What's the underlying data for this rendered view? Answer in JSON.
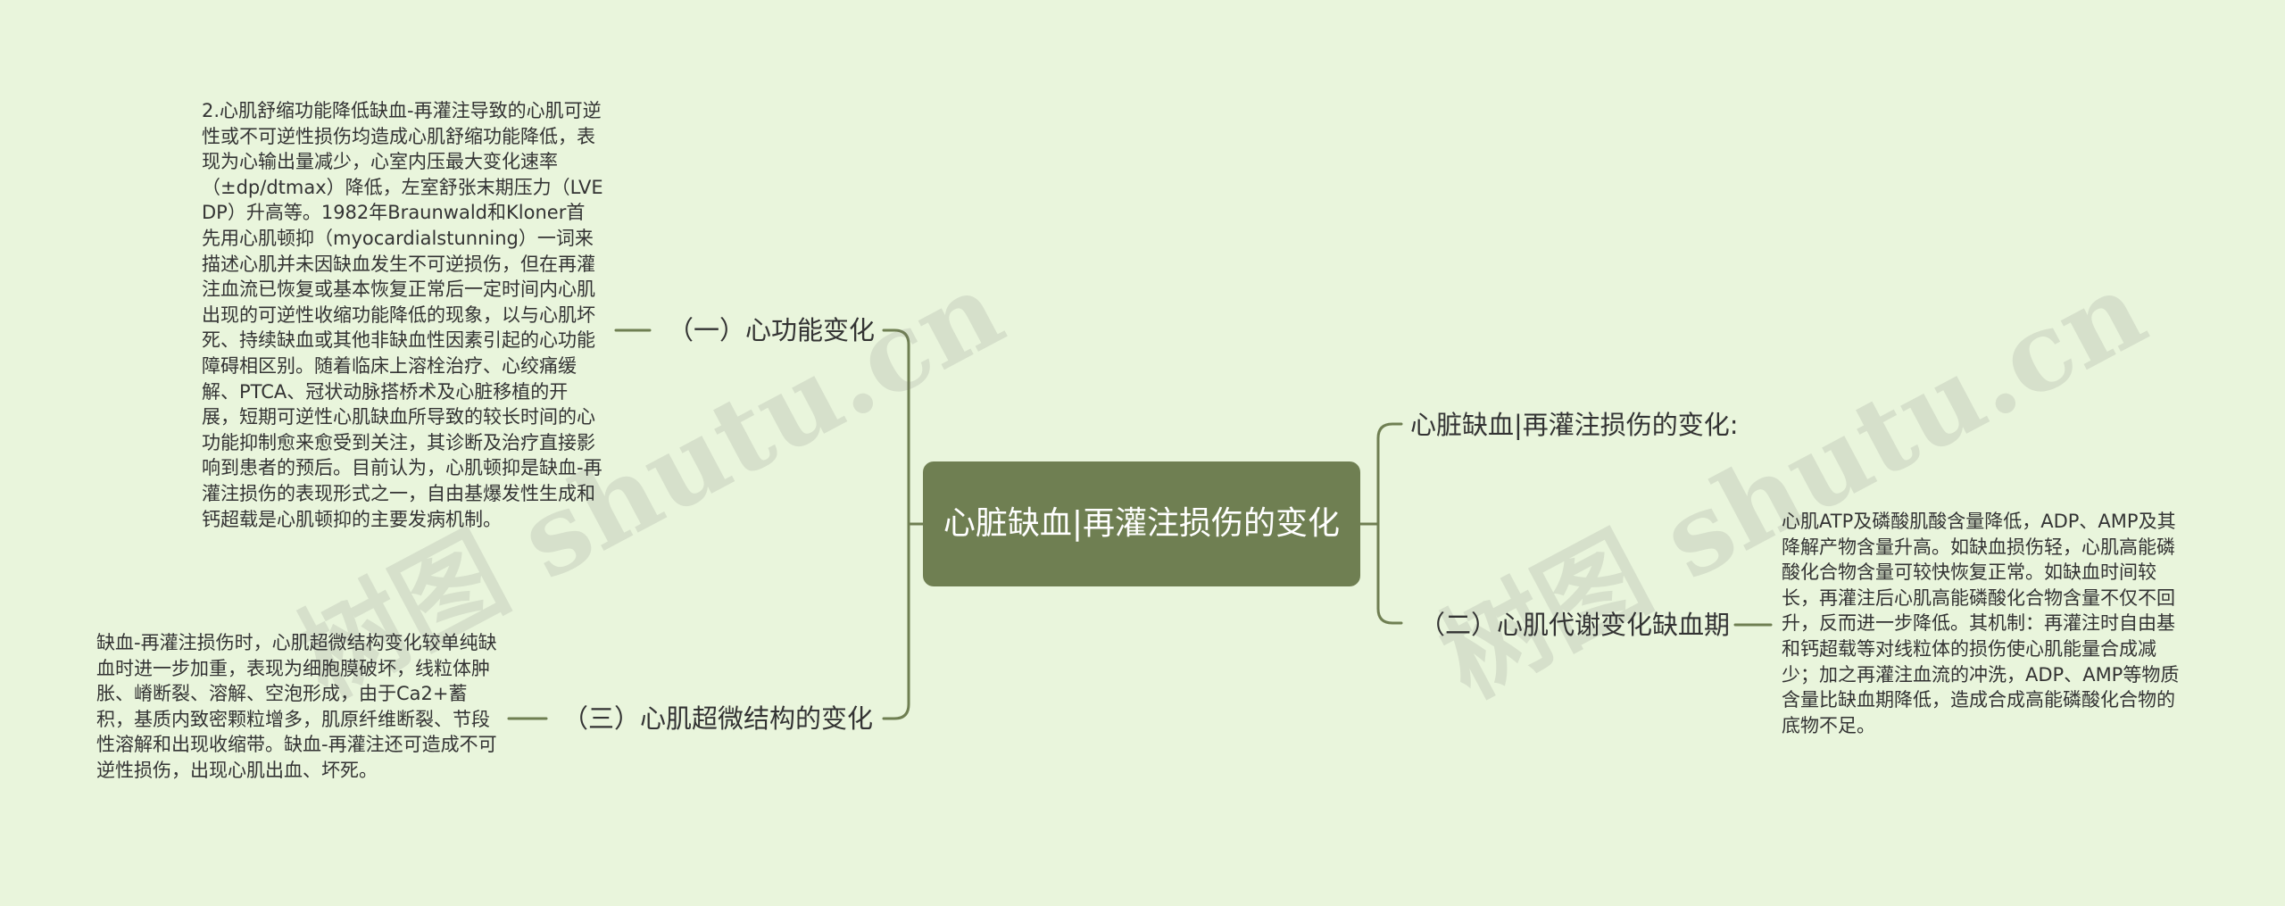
{
  "root": {
    "title": "心脏缺血|再灌注损伤的变化"
  },
  "branches": {
    "cardiac_function": {
      "label": "（一）心功能变化",
      "detail": "2.心肌舒缩功能降低缺血-再灌注导致的心肌可逆性或不可逆性损伤均造成心肌舒缩功能降低，表现为心输出量减少，心室内压最大变化速率（±dp/dtmax）降低，左室舒张末期压力（LVEDP）升高等。1982年Braunwald和Kloner首先用心肌顿抑（myocardialstunning）一词来描述心肌并未因缺血发生不可逆损伤，但在再灌注血流已恢复或基本恢复正常后一定时间内心肌出现的可逆性收缩功能降低的现象，以与心肌坏死、持续缺血或其他非缺血性因素引起的心功能障碍相区别。随着临床上溶栓治疗、心绞痛缓解、PTCA、冠状动脉搭桥术及心脏移植的开展，短期可逆性心肌缺血所导致的较长时间的心功能抑制愈来愈受到关注，其诊断及治疗直接影响到患者的预后。目前认为，心肌顿抑是缺血-再灌注损伤的表现形式之一，自由基爆发性生成和钙超载是心肌顿抑的主要发病机制。"
    },
    "ultrastructure": {
      "label": "（三）心肌超微结构的变化",
      "detail": "缺血-再灌注损伤时，心肌超微结构变化较单纯缺血时进一步加重，表现为细胞膜破坏，线粒体肿胀、嵴断裂、溶解、空泡形成，由于Ca2+蓄积，基质内致密颗粒增多，肌原纤维断裂、节段性溶解和出现收缩带。缺血-再灌注还可造成不可逆性损伤，出现心肌出血、坏死。"
    },
    "changes_header": {
      "label": "心脏缺血|再灌注损伤的变化:"
    },
    "metabolism": {
      "label": "（二）心肌代谢变化缺血期",
      "detail": "心肌ATP及磷酸肌酸含量降低，ADP、AMP及其降解产物含量升高。如缺血损伤轻，心肌高能磷酸化合物含量可较快恢复正常。如缺血时间较长，再灌注后心肌高能磷酸化合物含量不仅不回升，反而进一步降低。其机制：再灌注时自由基和钙超载等对线粒体的损伤使心肌能量合成减少；加之再灌注血流的冲洗，ADP、AMP等物质含量比缺血期降低，造成合成高能磷酸化合物的底物不足。"
    }
  },
  "watermarks": [
    "树图 shutu.cn",
    "树图 shutu.cn"
  ],
  "colors": {
    "background": "#e9f5dc",
    "root_fill": "#6f7f52",
    "connector": "#6f7f52",
    "text": "#333333"
  }
}
